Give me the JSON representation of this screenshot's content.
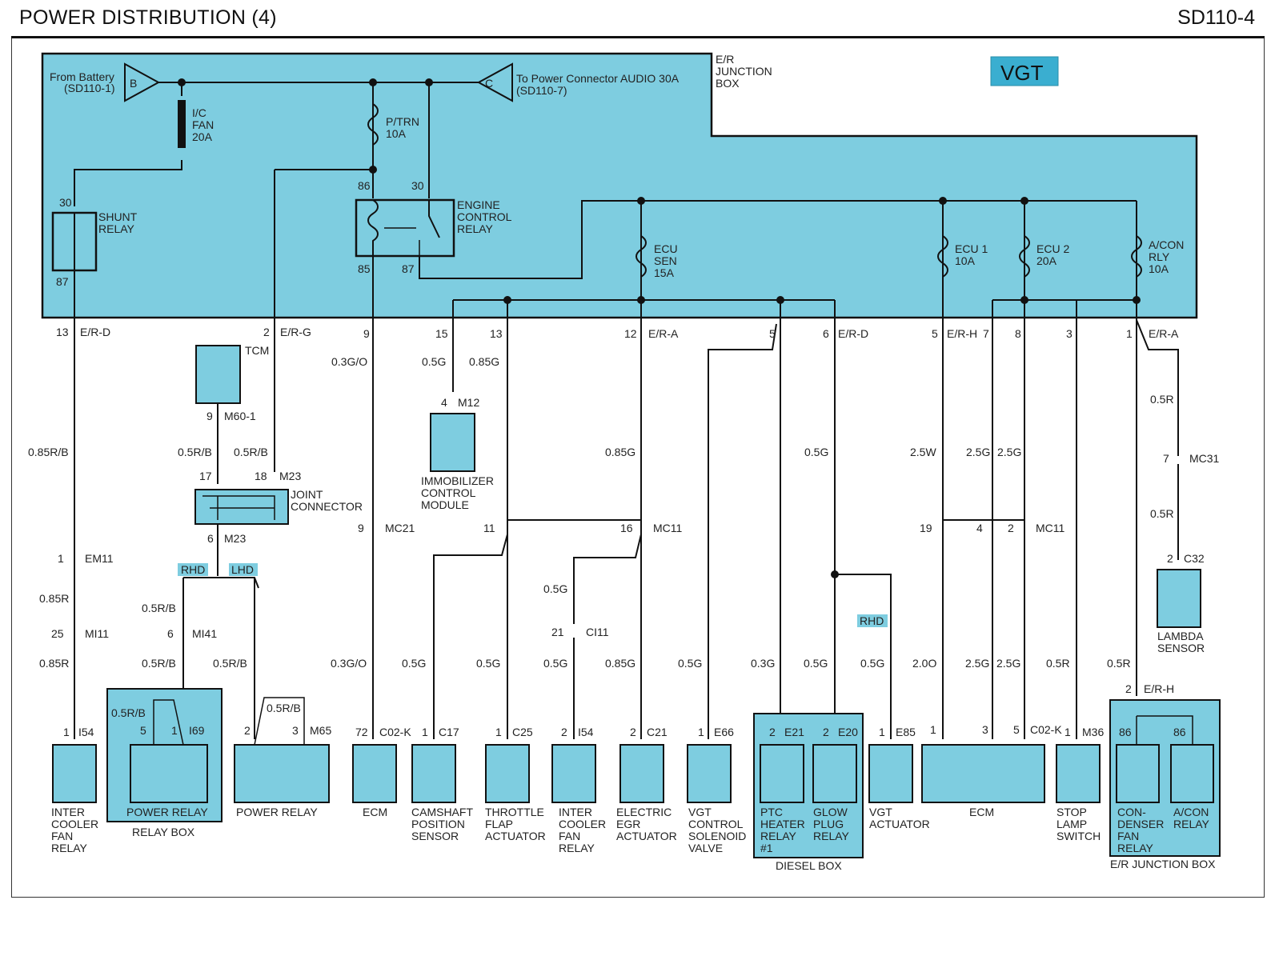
{
  "header": {
    "title": "POWER DISTRIBUTION (4)",
    "code": "SD110-4"
  },
  "colors": {
    "box_fill": "#7ecde0",
    "line": "#111111",
    "tag_fill": "#7ecde0"
  },
  "badge": "VGT",
  "junction_box_label": [
    "E/R",
    "JUNCTION",
    "BOX"
  ],
  "battery": {
    "lines": [
      "From Battery",
      "(SD110-1)"
    ],
    "connector": "B"
  },
  "power_out": {
    "lines": [
      "To Power Connector AUDIO 30A",
      "(SD110-7)"
    ],
    "connector": "C"
  },
  "fuses": {
    "ic_fan": [
      "I/C",
      "FAN",
      "20A"
    ],
    "ptrn": [
      "P/TRN",
      "10A"
    ],
    "ecu_sen": [
      "ECU",
      "SEN",
      "15A"
    ],
    "ecu1": [
      "ECU 1",
      "10A"
    ],
    "ecu2": [
      "ECU 2",
      "20A"
    ],
    "acon": [
      "A/CON",
      "RLY",
      "10A"
    ]
  },
  "relays": {
    "shunt": {
      "lines": [
        "SHUNT",
        "RELAY"
      ],
      "pin_top": "30",
      "pin_bottom": "87"
    },
    "engine": {
      "lines": [
        "ENGINE",
        "CONTROL",
        "RELAY"
      ],
      "p86": "86",
      "p30": "30",
      "p85": "85",
      "p87": "87"
    }
  },
  "jb_pins": {
    "p13": "13",
    "erd1": "E/R-D",
    "p2": "2",
    "erg": "E/R-G",
    "p9": "9",
    "p15": "15",
    "p13b": "13",
    "p12": "12",
    "era1": "E/R-A",
    "p5": "5",
    "p6": "6",
    "erd2": "E/R-D",
    "p5b": "5",
    "erh": "E/R-H",
    "p7": "7",
    "p8": "8",
    "p3": "3",
    "p1": "1",
    "era2": "E/R-A"
  },
  "tcm": {
    "label": "TCM",
    "pin": "9",
    "conn": "M60-1"
  },
  "joint": {
    "lines": [
      "JOINT",
      "CONNECTOR"
    ],
    "p17": "17",
    "p18": "18",
    "conn_top": "M23",
    "p6": "6",
    "conn_bottom": "M23"
  },
  "immobilizer": {
    "lines": [
      "IMMOBILIZER",
      "CONTROL",
      "MODULE"
    ],
    "pin": "4",
    "conn": "M12"
  },
  "connectors": {
    "em11": [
      "1",
      "EM11"
    ],
    "mi11": [
      "25",
      "MI11"
    ],
    "mi41": [
      "6",
      "MI41"
    ],
    "mc21": [
      "9",
      "MC21"
    ],
    "mc11a": [
      "11",
      "16",
      "MC11"
    ],
    "ci11": [
      "21",
      "CI11"
    ],
    "mc11b": [
      "19",
      "4",
      "2",
      "MC11"
    ],
    "mc31": [
      "7",
      "MC31"
    ],
    "c32": [
      "2",
      "C32"
    ],
    "erh_bottom": [
      "2",
      "E/R-H"
    ]
  },
  "tags": {
    "rhd": "RHD",
    "lhd": "LHD",
    "rhd2": "RHD"
  },
  "wires": {
    "w1": "0.85R/B",
    "w2": "0.5R/B",
    "w3": "0.5R/B",
    "w4": "0.3G/O",
    "w5": "0.5G",
    "w6": "0.85G",
    "w7": "0.85G",
    "w8": "0.5G",
    "w9": "2.5W",
    "w10": "2.5G",
    "w11": "2.5G",
    "w12": "0.5R",
    "w13": "0.5R",
    "w14": "0.85R",
    "w15": "0.5R/B",
    "w16": "0.5G",
    "b1": "0.85R",
    "b2": "0.5R/B",
    "b3": "0.5R/B",
    "b4": "0.3G/O",
    "b5": "0.5G",
    "b6": "0.5G",
    "b7": "0.5G",
    "b8": "0.85G",
    "b9": "0.5G",
    "b10": "0.3G",
    "b11": "0.5G",
    "b12": "0.5G",
    "b13": "2.0O",
    "b14": "2.5G",
    "b15": "2.5G",
    "b16": "0.5R",
    "b17": "0.5R",
    "rb1": "0.5R/B",
    "rb2": "0.5R/B"
  },
  "bottom_pins": {
    "i54a": [
      "1",
      "I54"
    ],
    "i69": [
      "5",
      "1",
      "I69"
    ],
    "m65": [
      "2",
      "3",
      "M65"
    ],
    "c02k": [
      "72",
      "C02-K"
    ],
    "c17": [
      "1",
      "C17"
    ],
    "c25": [
      "1",
      "C25"
    ],
    "i54b": [
      "2",
      "I54"
    ],
    "c21": [
      "2",
      "C21"
    ],
    "e66": [
      "1",
      "E66"
    ],
    "e21": [
      "2",
      "E21"
    ],
    "e20": [
      "2",
      "E20"
    ],
    "e85": [
      "1",
      "E85"
    ],
    "c02k2": [
      "1",
      "3",
      "5",
      "C02-K"
    ],
    "m36": [
      "1",
      "M36"
    ],
    "p86a": "86",
    "p86b": "86"
  },
  "components": {
    "ic_fan_relay": [
      "INTER",
      "COOLER",
      "FAN",
      "RELAY"
    ],
    "power_relay_1": [
      "POWER RELAY"
    ],
    "relay_box": [
      "RELAY BOX"
    ],
    "power_relay_2": [
      "POWER RELAY"
    ],
    "ecm_1": [
      "ECM"
    ],
    "camshaft": [
      "CAMSHAFT",
      "POSITION",
      "SENSOR"
    ],
    "throttle": [
      "THROTTLE",
      "FLAP",
      "ACTUATOR"
    ],
    "ic_fan_relay_2": [
      "INTER",
      "COOLER",
      "FAN",
      "RELAY"
    ],
    "egr": [
      "ELECTRIC",
      "EGR",
      "ACTUATOR"
    ],
    "vgt_valve": [
      "VGT",
      "CONTROL",
      "SOLENOID",
      "VALVE"
    ],
    "ptc": [
      "PTC",
      "HEATER",
      "RELAY",
      "#1"
    ],
    "glow": [
      "GLOW",
      "PLUG",
      "RELAY"
    ],
    "diesel_box": [
      "DIESEL BOX"
    ],
    "vgt_act": [
      "VGT",
      "ACTUATOR"
    ],
    "ecm_2": [
      "ECM"
    ],
    "stop_lamp": [
      "STOP",
      "LAMP",
      "SWITCH"
    ],
    "condenser": [
      "CON-",
      "DENSER",
      "FAN",
      "RELAY"
    ],
    "acon_relay": [
      "A/CON",
      "RELAY"
    ],
    "er_jb": [
      "E/R JUNCTION BOX"
    ],
    "lambda": [
      "LAMBDA",
      "SENSOR"
    ]
  }
}
